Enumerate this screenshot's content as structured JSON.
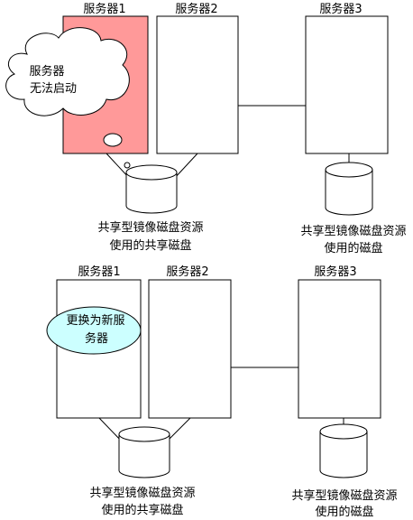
{
  "colors": {
    "failed_server_fill": "#ff9999",
    "cloud_fill": "#ffffff",
    "ellipse_fill": "#ccffff",
    "stroke": "#000000"
  },
  "top": {
    "server1_label": "服务器1",
    "server2_label": "服务器2",
    "server3_label": "服务器3",
    "cloud_line1": "服务器",
    "cloud_line2": "无法启动",
    "shared_disk_line1": "共享型镜像磁盘资源",
    "shared_disk_line2": "使用的共享磁盘",
    "disk3_line1": "共享型镜像磁盘资源",
    "disk3_line2": "使用的磁盘"
  },
  "bottom": {
    "server1_label": "服务器1",
    "server2_label": "服务器2",
    "server3_label": "服务器3",
    "ellipse_line1": "更换为新服",
    "ellipse_line2": "务器",
    "shared_disk_line1": "共享型镜像磁盘资源",
    "shared_disk_line2": "使用的共享磁盘",
    "disk3_line1": "共享型镜像磁盘资源",
    "disk3_line2": "使用的磁盘"
  }
}
